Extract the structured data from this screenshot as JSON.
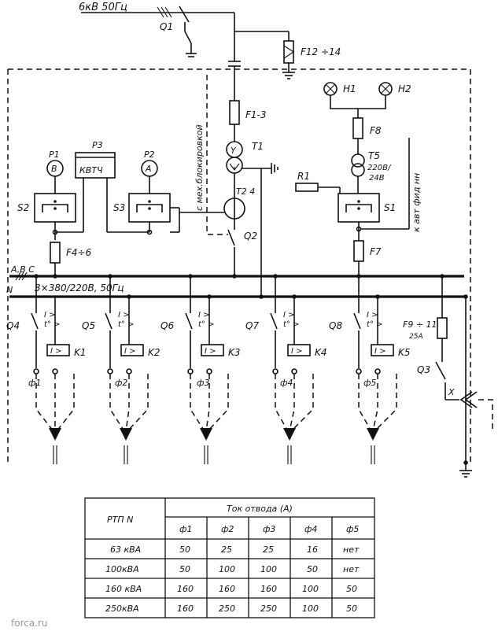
{
  "supply": {
    "label": "6кВ 50Гц"
  },
  "switches": {
    "q1": "Q1",
    "q2": "Q2",
    "q3": "Q3"
  },
  "fuses": {
    "f12_14": "F12 ÷14",
    "f1_3": "F1-3",
    "f4_6": "F4÷6",
    "f7": "F7",
    "f8": "F8",
    "f9_11": "F9 ÷ 11",
    "f9_rating": "25А"
  },
  "transformers": {
    "t1": "T1",
    "t2_4": "T2 4",
    "t5": "T5",
    "t5_rating_1": "220В/",
    "t5_rating_2": "24В"
  },
  "meters": {
    "p1": "P1",
    "p1_sym": "B",
    "p2": "P2",
    "p2_sym": "A",
    "p3": "P3",
    "p3_box": "КВТЧ"
  },
  "selectors": {
    "s1": "S1",
    "s2": "S2",
    "s3": "S3"
  },
  "lamps": {
    "h1": "H1",
    "h2": "H2"
  },
  "resistor": {
    "r1": "R1"
  },
  "annotations": {
    "interlock": "с мех.блокировкой",
    "to_feeders": "к авт фид нн"
  },
  "bus": {
    "phases": "A,B C",
    "neutral": "N",
    "rating": "3×380/220В, 50Гц"
  },
  "feeders": [
    {
      "breaker": "Q4",
      "contactor": "K1",
      "fuse_label": "ф1"
    },
    {
      "breaker": "Q5",
      "contactor": "K2",
      "fuse_label": "ф2"
    },
    {
      "breaker": "Q6",
      "contactor": "K3",
      "fuse_label": "ф3"
    },
    {
      "breaker": "Q7",
      "contactor": "K4",
      "fuse_label": "ф4"
    },
    {
      "breaker": "Q8",
      "contactor": "K5",
      "fuse_label": "ф5"
    }
  ],
  "protection": {
    "i": "I >",
    "t": "t° >",
    "relay": "I >"
  },
  "x_label": "X",
  "table": {
    "corner": "РТП N",
    "group_header": "Ток отвода (А)",
    "columns": [
      "ф1",
      "ф2",
      "ф3",
      "ф4",
      "ф5"
    ],
    "rows": [
      {
        "name": "63 кВА",
        "values": [
          "50",
          "25",
          "25",
          "16",
          "нет"
        ]
      },
      {
        "name": "100кВА",
        "values": [
          "50",
          "100",
          "100",
          "50",
          "нет"
        ]
      },
      {
        "name": "160 кВА",
        "values": [
          "160",
          "160",
          "160",
          "100",
          "50"
        ]
      },
      {
        "name": "250кВА",
        "values": [
          "160",
          "250",
          "250",
          "100",
          "50"
        ]
      }
    ]
  },
  "watermark": "forca.ru"
}
